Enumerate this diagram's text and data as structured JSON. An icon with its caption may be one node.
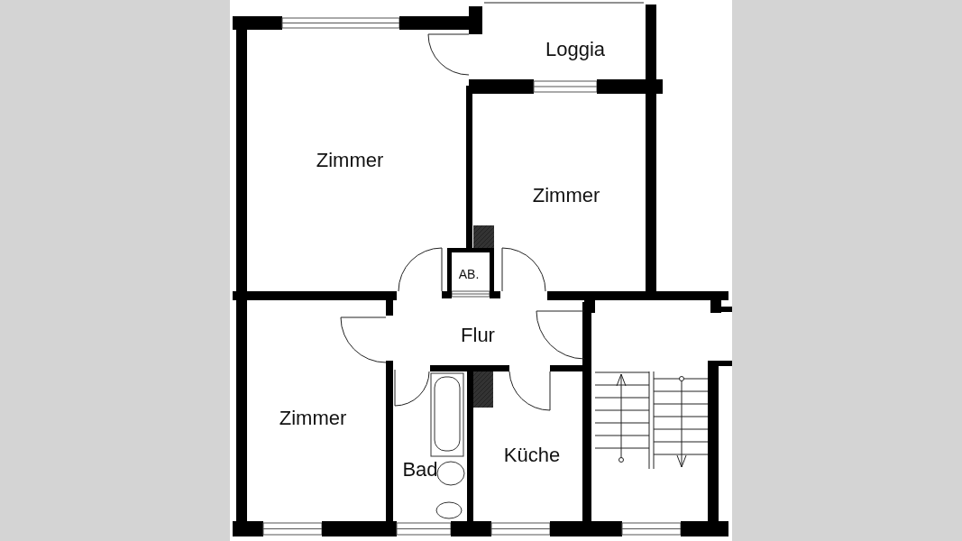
{
  "diagram": {
    "nodes": [
      {
        "text": [
          "Loggia"
        ]
      },
      {
        "text": [
          "Zimmer"
        ]
      },
      {
        "text": [
          "Zimmer"
        ]
      },
      {
        "text": [
          "AB."
        ]
      },
      {
        "text": [
          "Flur"
        ]
      },
      {
        "text": [
          "Zimmer"
        ]
      },
      {
        "text": [
          "Bad"
        ]
      },
      {
        "text": [
          "Küche"
        ]
      }
    ]
  }
}
